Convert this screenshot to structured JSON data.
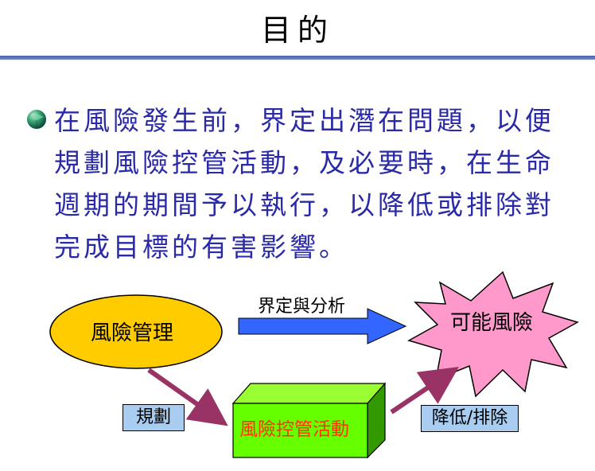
{
  "title": "目的",
  "bullet": {
    "icon": "green-gem-bullet-icon",
    "text": "在風險發生前，界定出潛在問題，以便規劃風險控管活動，及必要時，在生命週期的期間予以執行，以降低或排除對完成目標的有害影響。"
  },
  "diagram": {
    "risk_management": "風險管理",
    "possible_risk": "可能風險",
    "control_activity": "風險控管活動",
    "arrow_identify_label": "界定與分析",
    "label_planning": "規劃",
    "label_reduce": "降低/排除",
    "colors": {
      "ellipse_fill": "#ffcc00",
      "burst_fill": "#ff99cc",
      "box_front": "#66ff00",
      "box_top": "#99ff33",
      "box_side": "#339900",
      "blue_arrow": "#3366ff",
      "purple_arrow": "#993366",
      "label_box": "#a9cdf0",
      "control_text": "#ff3300",
      "bullet_text": "#2a2aa8"
    }
  }
}
